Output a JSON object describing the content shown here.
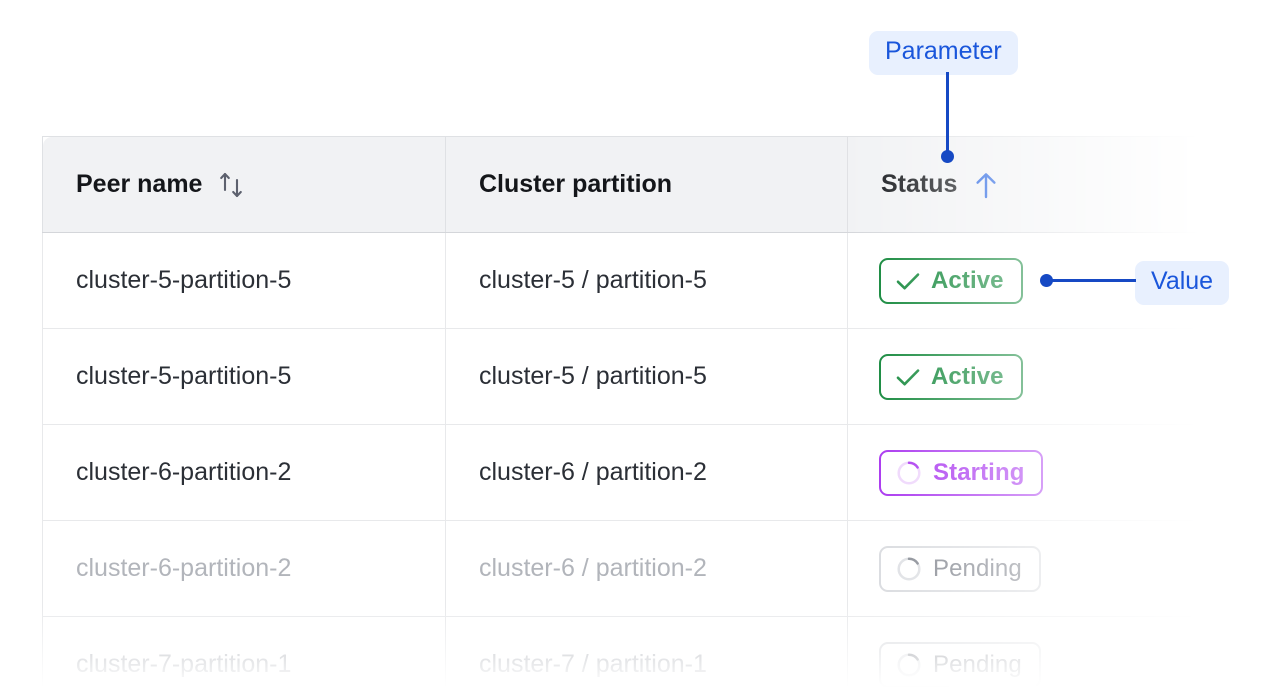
{
  "table": {
    "columns": [
      {
        "label": "Peer name",
        "sort_icon": "sort-updown-icon",
        "sort_state": "none"
      },
      {
        "label": "Cluster partition",
        "sort_icon": null,
        "sort_state": "none"
      },
      {
        "label": "Status",
        "sort_icon": "arrow-up-icon",
        "sort_state": "ascending"
      }
    ],
    "rows": [
      {
        "peer_name": "cluster-5-partition-5",
        "cluster_partition": "cluster-5 / partition-5",
        "status": "Active",
        "status_icon": "check-icon",
        "muted": false
      },
      {
        "peer_name": "cluster-5-partition-5",
        "cluster_partition": "cluster-5 / partition-5",
        "status": "Active",
        "status_icon": "check-icon",
        "muted": false
      },
      {
        "peer_name": "cluster-6-partition-2",
        "cluster_partition": "cluster-6 / partition-2",
        "status": "Starting",
        "status_icon": "spinner-icon",
        "muted": false
      },
      {
        "peer_name": "cluster-6-partition-2",
        "cluster_partition": "cluster-6 / partition-2",
        "status": "Pending",
        "status_icon": "spinner-icon",
        "muted": true
      },
      {
        "peer_name": "cluster-7-partition-1",
        "cluster_partition": "cluster-7 / partition-1",
        "status": "Pending",
        "status_icon": "spinner-icon",
        "muted": true
      }
    ]
  },
  "annotations": {
    "parameter_label": "Parameter",
    "value_label": "Value"
  },
  "colors": {
    "accent_blue": "#1a56db",
    "annotation_line": "#1649c4",
    "annotation_badge_bg": "#e8f0fe",
    "status_active": "#068130",
    "status_starting": "#a327ee",
    "status_pending": "#7e828b",
    "header_bg": "#f1f2f4",
    "border": "#e8e9eb"
  }
}
